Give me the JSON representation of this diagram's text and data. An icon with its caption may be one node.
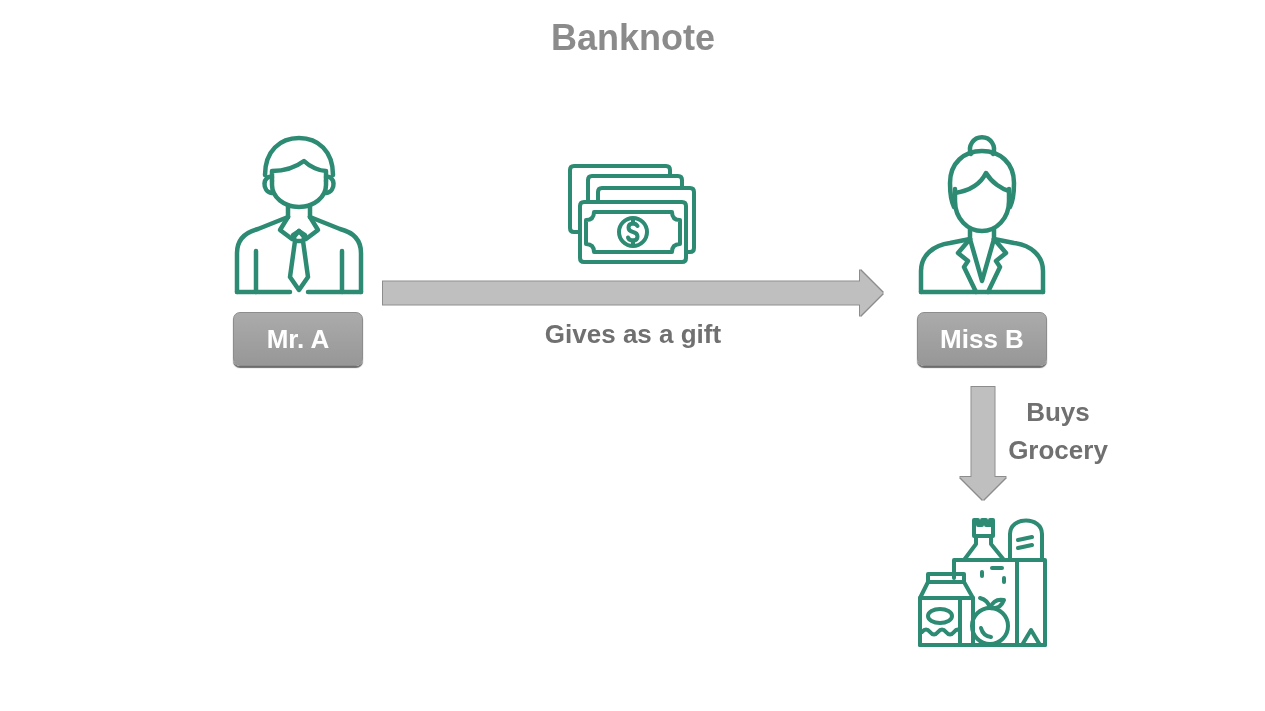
{
  "diagram": {
    "title": "Banknote",
    "nodes": [
      {
        "text": [
          "Mr. A"
        ]
      },
      {
        "text": [
          "Miss B"
        ]
      },
      {
        "text": [],
        "shape": "picture"
      }
    ],
    "edges": [
      {
        "from": 0,
        "to": 1,
        "arrow": "to",
        "label": "Gives as a gift"
      },
      {
        "from": 1,
        "to": 2,
        "arrow": "to",
        "label": "Buys Grocery"
      }
    ]
  }
}
